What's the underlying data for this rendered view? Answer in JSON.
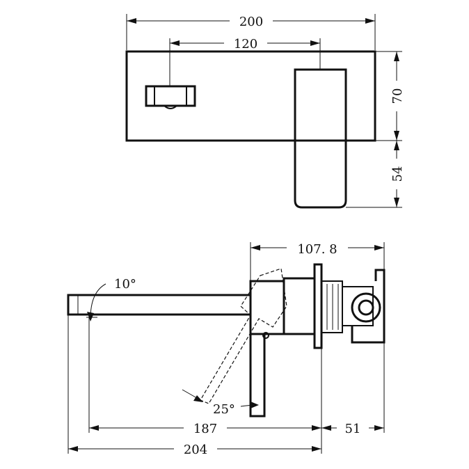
{
  "top_view": {
    "dim_total_width": "200",
    "dim_spout_offset": "120",
    "dim_plate_height": "70",
    "dim_spout_projection": "54"
  },
  "side_view": {
    "dim_body_depth": "107. 8",
    "angle_spout": "10°",
    "angle_lever": "25°",
    "dim_spout_reach": "187",
    "dim_wall_depth": "51",
    "dim_overall_length": "204"
  }
}
